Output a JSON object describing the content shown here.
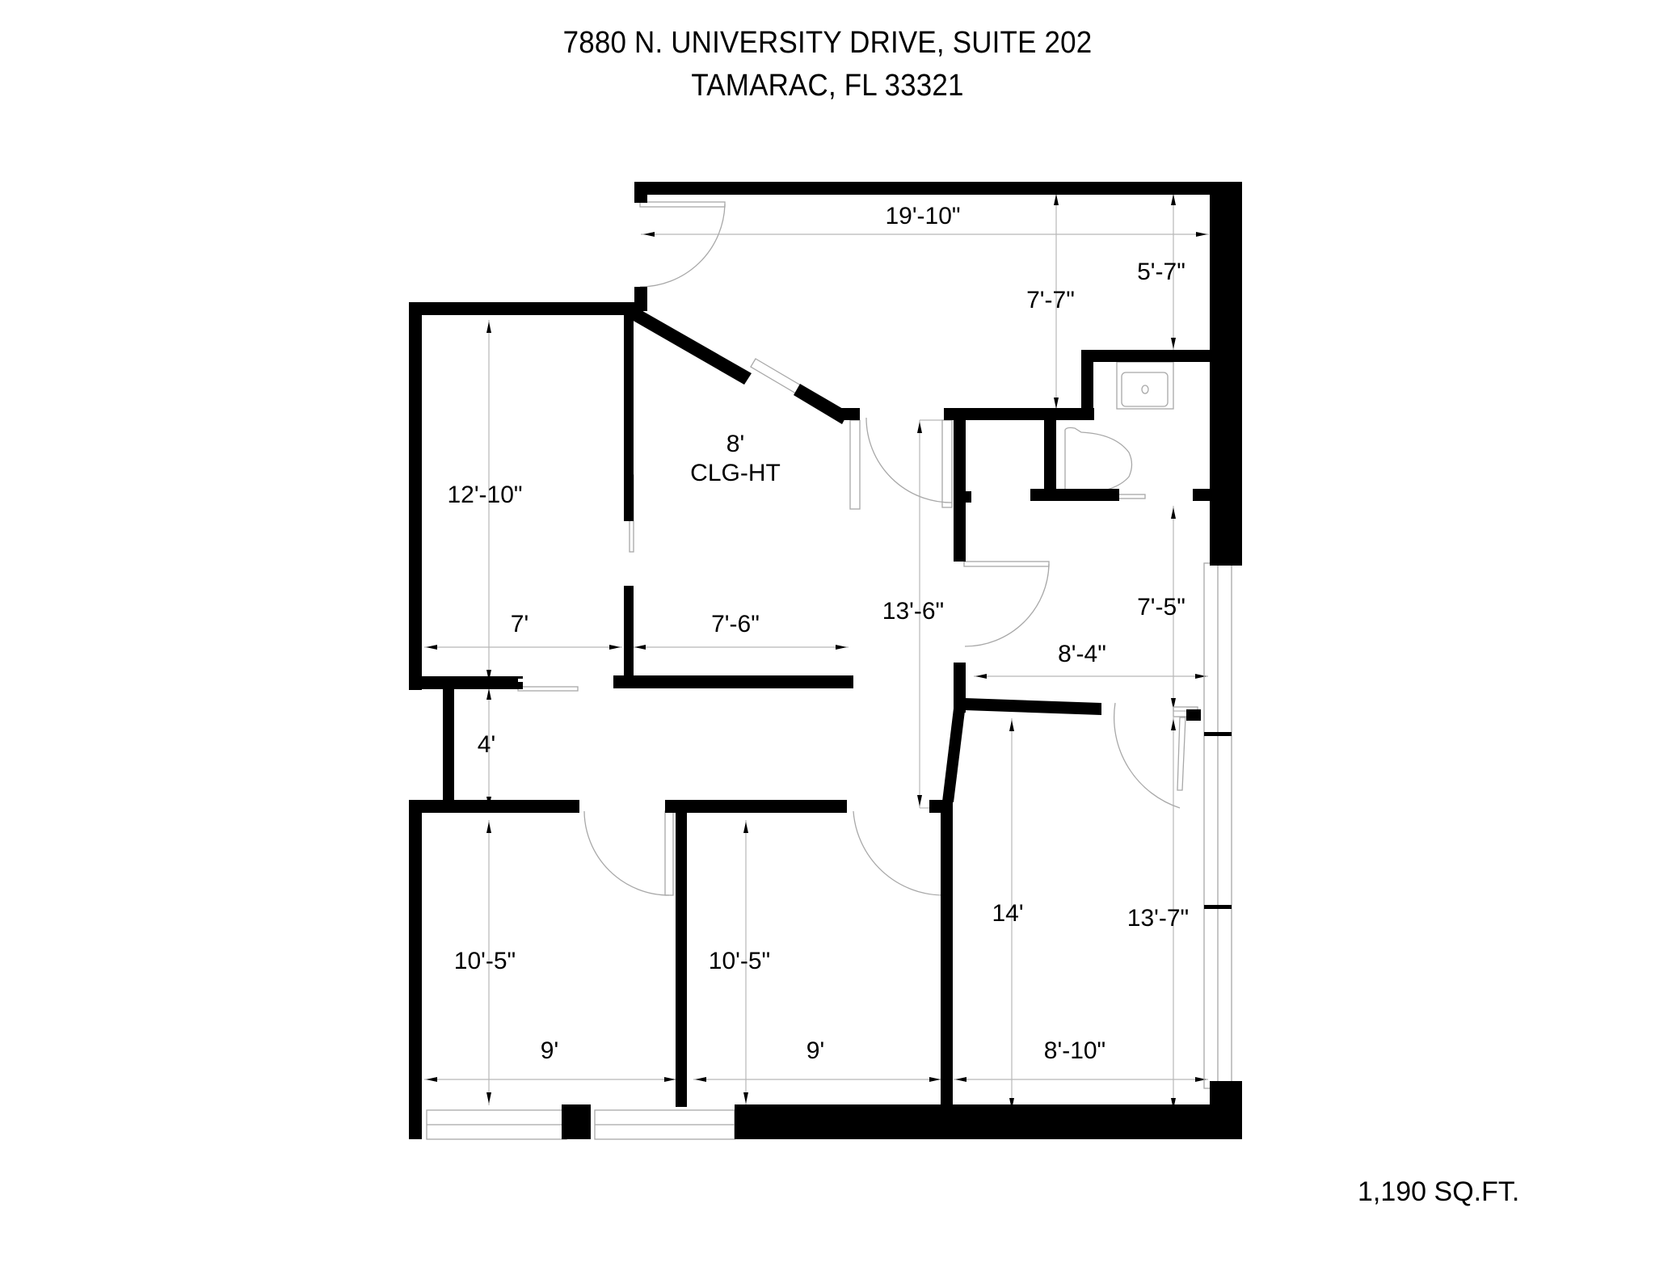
{
  "header": {
    "address_line_1": "7880 N. UNIVERSITY DRIVE, SUITE 202",
    "address_line_2": "TAMARAC, FL 33321"
  },
  "footer": {
    "total_area": "1,190 SQ.FT."
  },
  "colors": {
    "wall": "#000000",
    "dimension_line": "#b0b0b0",
    "fixture_line": "#a8a8a8",
    "background": "#ffffff"
  },
  "rooms": [
    {
      "name": "reception",
      "dims": [
        "19'-10\"",
        "7'-7\"",
        "5'-7\""
      ]
    },
    {
      "name": "office-top-left",
      "dims": [
        "12'-10\"",
        "7'"
      ]
    },
    {
      "name": "office-clg",
      "dims": [
        "7'-6\""
      ],
      "note": [
        "8'",
        "CLG-HT"
      ]
    },
    {
      "name": "hallway",
      "dims": [
        "13'-6\"",
        "4'"
      ]
    },
    {
      "name": "bathroom-area",
      "dims": [
        "7'-5\"",
        "8'-4\""
      ]
    },
    {
      "name": "office-bottom-left",
      "dims": [
        "10'-5\"",
        "9'"
      ]
    },
    {
      "name": "office-bottom-middle",
      "dims": [
        "10'-5\"",
        "9'"
      ]
    },
    {
      "name": "office-bottom-right",
      "dims": [
        "14'",
        "13'-7\"",
        "8'-10\""
      ]
    }
  ],
  "labels": {
    "reception_width": "19'-10\"",
    "reception_depth_left": "7'-7\"",
    "reception_depth_right": "5'-7\"",
    "office_tl_height": "12'-10\"",
    "office_tl_width": "7'",
    "office_clg_width": "7'-6\"",
    "ceiling_height_value": "8'",
    "ceiling_height_label": "CLG-HT",
    "hall_length": "13'-6\"",
    "hall_width": "4'",
    "bath_area_depth": "7'-5\"",
    "bath_area_width": "8'-4\"",
    "office_bl_height": "10'-5\"",
    "office_bl_width": "9'",
    "office_bm_height": "10'-5\"",
    "office_bm_width": "9'",
    "office_br_height_left": "14'",
    "office_br_height_right": "13'-7\"",
    "office_br_width": "8'-10\""
  }
}
